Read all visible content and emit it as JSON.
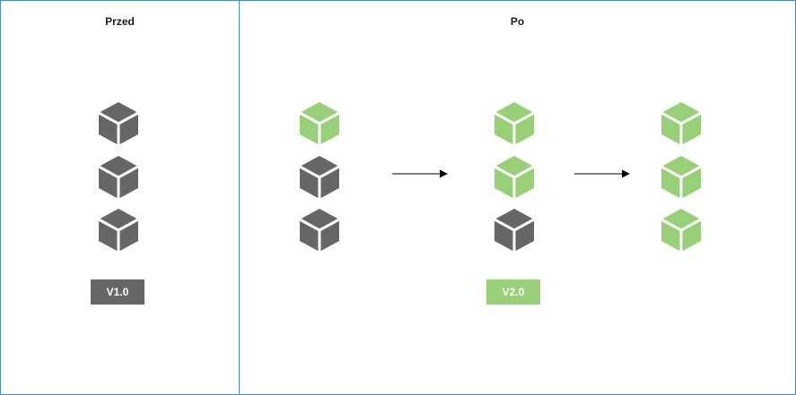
{
  "panels": {
    "before": {
      "title": "Przed"
    },
    "after": {
      "title": "Po"
    }
  },
  "colors": {
    "old_version": "#666666",
    "new_version": "#97d077",
    "panel_border": "#4a90d9",
    "arrow": "#000000"
  },
  "badges": {
    "old": {
      "label": "V1.0",
      "color": "#666666"
    },
    "new": {
      "label": "V2.0",
      "color": "#97d077"
    }
  },
  "stages": [
    {
      "name": "before",
      "cubes": [
        "old",
        "old",
        "old"
      ]
    },
    {
      "name": "after-step-1",
      "cubes": [
        "new",
        "old",
        "old"
      ]
    },
    {
      "name": "after-step-2",
      "cubes": [
        "new",
        "new",
        "old"
      ]
    },
    {
      "name": "after-step-3",
      "cubes": [
        "new",
        "new",
        "new"
      ]
    }
  ],
  "icons": {
    "cube": "cube-icon",
    "arrow": "arrow-right-icon"
  }
}
